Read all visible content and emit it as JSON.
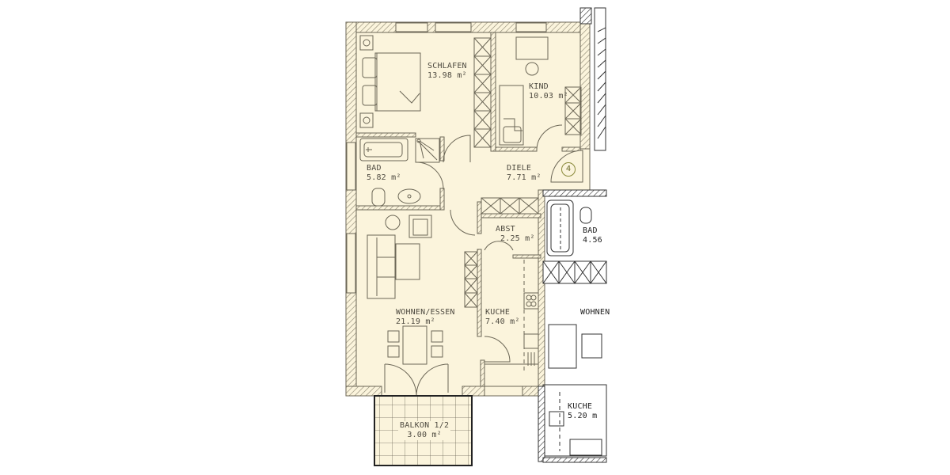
{
  "plan": {
    "colors": {
      "fill": "#fbf4dc",
      "wall_line": "#6b6656",
      "hatch": "#8a8470",
      "neighbor_line": "#333333",
      "marker": "#8a8a3a"
    },
    "rooms": [
      {
        "id": "schlafen",
        "name": "SCHLAFEN",
        "area": "13.98 m²"
      },
      {
        "id": "kind",
        "name": "KIND",
        "area": "10.03 m²"
      },
      {
        "id": "bad",
        "name": "BAD",
        "area": "5.82 m²"
      },
      {
        "id": "diele",
        "name": "DIELE",
        "area": "7.71 m²"
      },
      {
        "id": "abst",
        "name": "ABST",
        "area": "2.25 m²"
      },
      {
        "id": "wohnen-essen",
        "name": "WOHNEN/ESSEN",
        "area": "21.19 m²"
      },
      {
        "id": "kueche",
        "name": "KUCHE",
        "area": "7.40 m²"
      },
      {
        "id": "balkon",
        "name": "BALKON 1/2",
        "area": "3.00 m²"
      }
    ],
    "apartment_marker": "4",
    "neighbor_rooms": [
      {
        "id": "neighbor-bad",
        "name": "BAD",
        "area": "4.56"
      },
      {
        "id": "neighbor-wohnen",
        "name": "WOHNEN",
        "area": ""
      },
      {
        "id": "neighbor-kueche",
        "name": "KUCHE",
        "area": "5.20 m"
      }
    ]
  }
}
